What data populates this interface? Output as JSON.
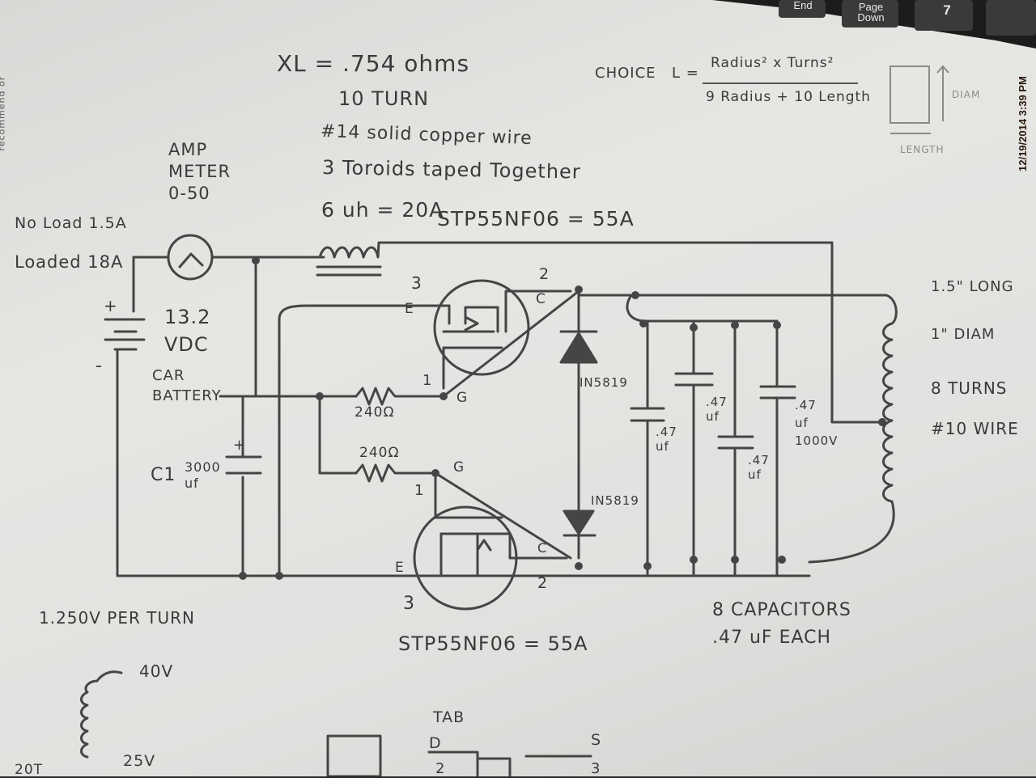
{
  "keyboard": {
    "key_end": "End",
    "key_page_down": "Page\nDown",
    "key_7": "7"
  },
  "timestamp": "12/19/2014 3:39 PM",
  "notes": {
    "xl": "XL = .754 ohms",
    "turns": "10 TURN",
    "wire": "#14 solid copper wire",
    "toroids": "3 Toroids taped Together",
    "inductance": "6 uh = 20A",
    "mosfet_top": "STP55NF06 = 55A",
    "amp_meter": "AMP\nMETER\n0-50",
    "no_load": "No Load 1.5A",
    "loaded": "Loaded 18A",
    "choice": "CHOICE",
    "formula_l": "L =",
    "formula_num": "Radius² x Turns²",
    "formula_den": "9 Radius + 10 Length",
    "diam": "DIAM",
    "length": "LENGTH",
    "battery_plus": "+",
    "battery_minus": "-",
    "voltage": "13.2\nVDC",
    "car_battery": "CAR\nBATTERY",
    "c1": "C1",
    "c1_value": "3000\nuf",
    "c1_plus": "+",
    "r1": "240Ω",
    "r2": "240Ω",
    "q_top_pin3": "3",
    "q_top_e": "E",
    "q_top_pin2": "2",
    "q_top_c": "C",
    "q_top_pin1": "1",
    "q_top_g": "G",
    "q_bot_pin1": "1",
    "q_bot_g": "G",
    "q_bot_e": "E",
    "q_bot_c": "C",
    "q_bot_pin2": "2",
    "q_bot_pin3": "3",
    "diode_top": "IN5819",
    "diode_bot": "IN5819",
    "cap1": ".47\nuf",
    "cap2": ".47\nuf",
    "cap3": ".47\nuf",
    "cap4": ".47\nuf\n1000V",
    "coil_long": "1.5\" LONG",
    "coil_diam": "1\" DIAM",
    "coil_turns": "8 TURNS",
    "coil_wire": "#10 WIRE",
    "capacitors": "8 CAPACITORS\n.47 uF EACH",
    "mosfet_bottom": "STP55NF06 = 55A",
    "per_turn": "1.250V PER TURN",
    "tap_40": "40V",
    "tap_25": "25V",
    "turns_20": "20T",
    "tab": "TAB",
    "pin_d": "D",
    "pin_s": "S",
    "pin_2": "2",
    "pin_3": "3",
    "margin_text": "recommend or"
  }
}
